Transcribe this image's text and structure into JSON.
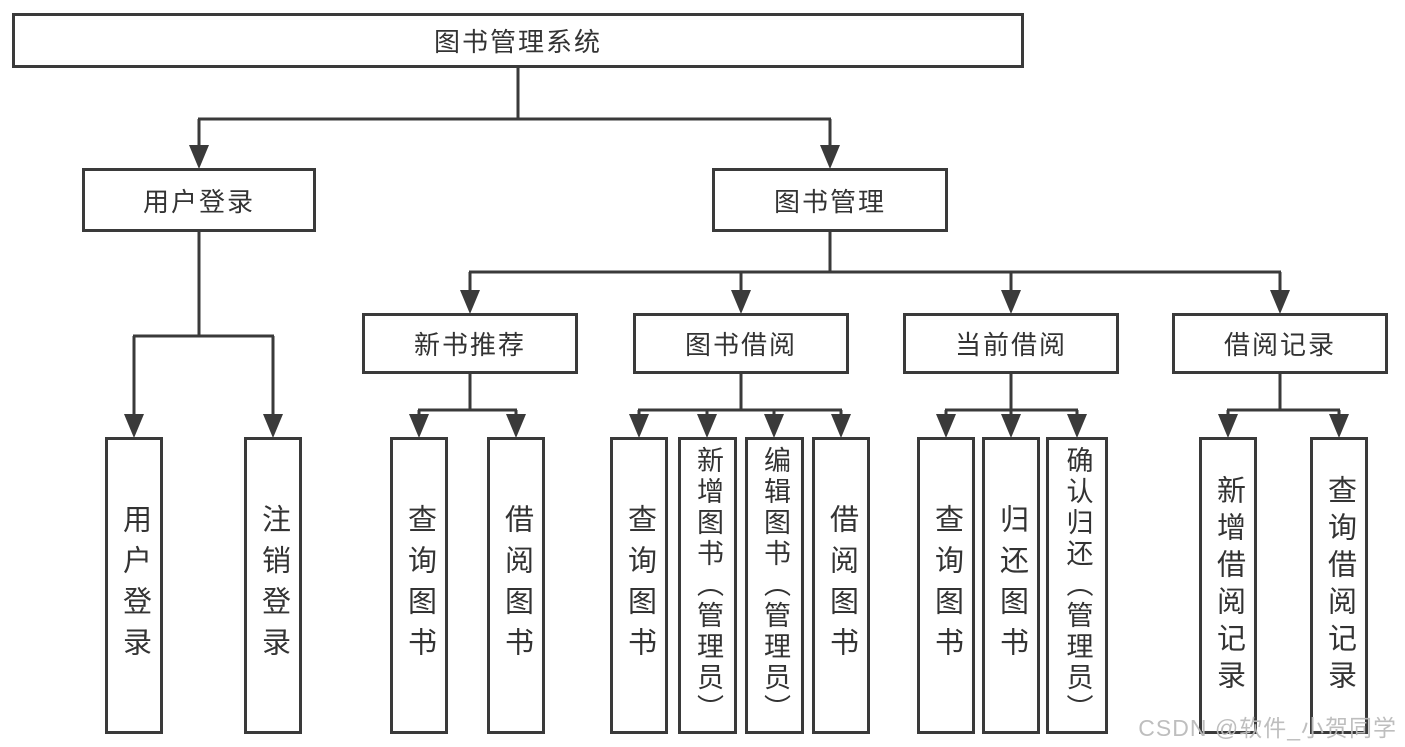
{
  "diagram_title": "图书管理系统",
  "nodes": {
    "root": "图书管理系统",
    "user_login": "用户登录",
    "book_management": "图书管理",
    "new_book_recommendation": "新书推荐",
    "book_borrowing": "图书借阅",
    "current_borrowing": "当前借阅",
    "borrowing_records": "借阅记录",
    "leaf_user_login": "用户登录",
    "leaf_logout": "注销登录",
    "leaf_query_books_1": "查询图书",
    "leaf_borrow_books_1": "借阅图书",
    "leaf_query_books_2": "查询图书",
    "leaf_add_books_admin": "新增图书（管理员）",
    "leaf_edit_books_admin": "编辑图书（管理员）",
    "leaf_borrow_books_2": "借阅图书",
    "leaf_query_books_3": "查询图书",
    "leaf_return_books": "归还图书",
    "leaf_confirm_return_admin": "确认归还（管理员）",
    "leaf_add_borrow_record": "新增借阅记录",
    "leaf_query_borrow_record": "查询借阅记录"
  },
  "hierarchy": {
    "图书管理系统": {
      "用户登录": [
        "用户登录",
        "注销登录"
      ],
      "图书管理": {
        "新书推荐": [
          "查询图书",
          "借阅图书"
        ],
        "图书借阅": [
          "查询图书",
          "新增图书（管理员）",
          "编辑图书（管理员）",
          "借阅图书"
        ],
        "当前借阅": [
          "查询图书",
          "归还图书",
          "确认归还（管理员）"
        ],
        "借阅记录": [
          "新增借阅记录",
          "查询借阅记录"
        ]
      }
    }
  },
  "watermark": "CSDN @软件_小贺同学",
  "colors": {
    "line": "#3a3a3a",
    "box_border": "#3a3a3a",
    "text": "#333333",
    "background": "#ffffff",
    "watermark": "#bababa"
  }
}
